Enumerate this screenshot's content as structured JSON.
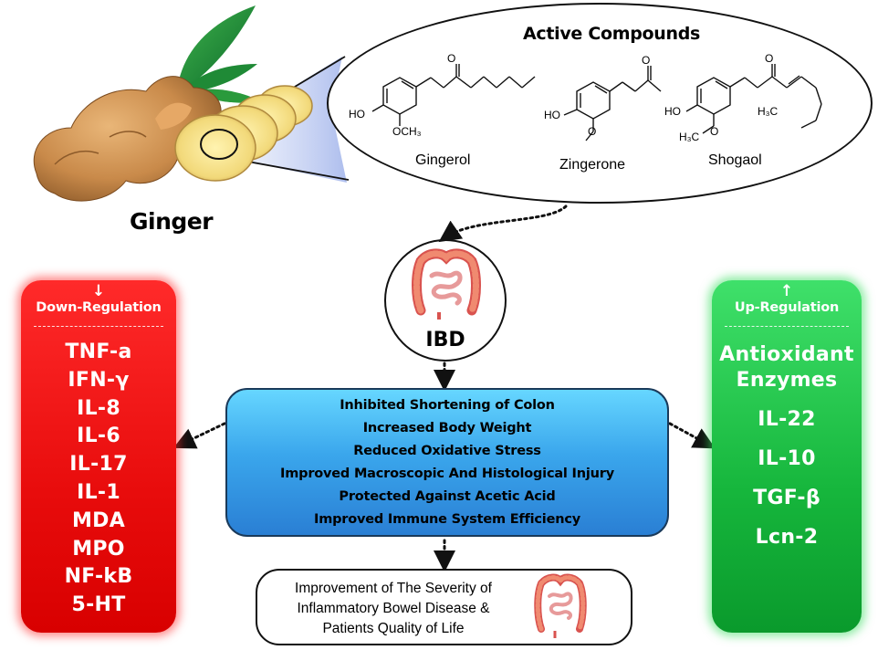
{
  "compounds": {
    "title": "Active Compounds",
    "items": [
      {
        "name": "Gingerol"
      },
      {
        "name": "Zingerone"
      },
      {
        "name": "Shogaol"
      }
    ]
  },
  "ginger_label": "Ginger",
  "ibd_label": "IBD",
  "effects": [
    "Inhibited Shortening of Colon",
    "Increased Body Weight",
    "Reduced Oxidative Stress",
    "Improved Macroscopic And Histological Injury",
    "Protected Against Acetic Acid",
    "Improved Immune System Efficiency"
  ],
  "outcome": {
    "lines": [
      "Improvement of The Severity of",
      "Inflammatory Bowel Disease &",
      "Patients Quality of Life"
    ]
  },
  "down_regulation": {
    "arrow": "↓",
    "heading": "Down-Regulation",
    "items": [
      "TNF-a",
      "IFN-γ",
      "IL-8",
      "IL-6",
      "IL-17",
      "IL-1",
      "MDA",
      "MPO",
      "NF-kB",
      "5-HT"
    ],
    "color": "#e80c0c"
  },
  "up_regulation": {
    "arrow": "↑",
    "heading": "Up-Regulation",
    "items": [
      "Antioxidant Enzymes",
      "IL-22",
      "IL-10",
      "TGF-β",
      "Lcn-2"
    ],
    "color": "#16b63c"
  }
}
